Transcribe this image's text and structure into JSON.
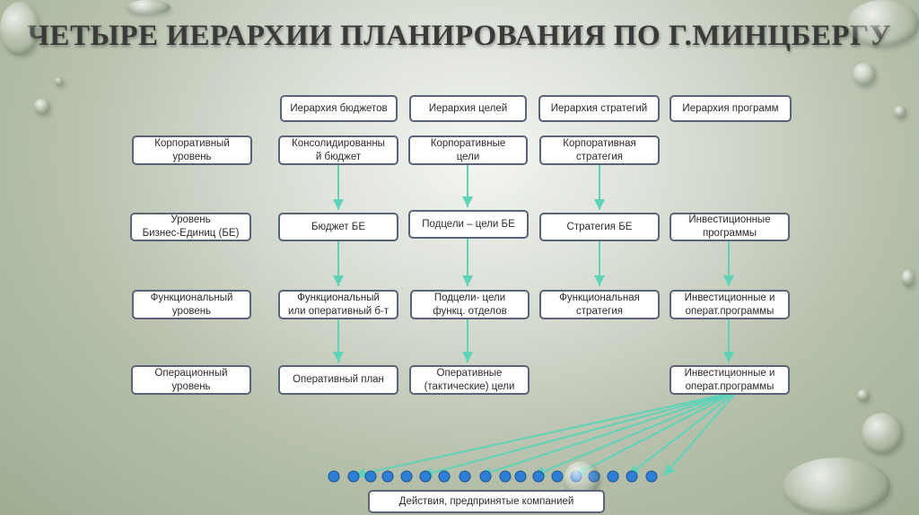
{
  "title": "ЧЕТЫРЕ ИЕРАРХИИ  ПЛАНИРОВАНИЯ ПО Г.МИНЦБЕРГУ",
  "headers": {
    "budgets": "Иерархия бюджетов",
    "goals": "Иерархия целей",
    "strategies": "Иерархия стратегий",
    "programs": "Иерархия программ"
  },
  "levels": {
    "corporate": "Корпоративный\nуровень",
    "business": "Уровень\nБизнес-Единиц (БЕ)",
    "functional": "Функциональный\nуровень",
    "operational": "Операционный\nуровень"
  },
  "cells": {
    "budget_corporate": "Консолидированны\nй бюджет",
    "goal_corporate": "Корпоративные\nцели",
    "strategy_corporate": "Корпоративная\nстратегия",
    "budget_business": "Бюджет БЕ",
    "goal_business": "Подцели – цели БЕ",
    "strategy_business": "Стратегия БЕ",
    "program_business": "Инвестиционные\nпрограммы",
    "budget_functional": "Функциональный\nили оперативный б-т",
    "goal_functional": "Подцели- цели\nфункц. отделов",
    "strategy_functional": "Функциональная\nстратегия",
    "program_functional": "Инвестиционные и\nоперат.программы",
    "budget_operational": "Оперативный план",
    "goal_operational": "Оперативные\n(тактические) цели",
    "program_operational": "Инвестиционные и\nоперат.программы"
  },
  "actions": "Действия, предпринятые компанией",
  "colors": {
    "arrow": "#5fd3b8",
    "dot": "#2f7fd6",
    "box_border": "#5a6478"
  }
}
